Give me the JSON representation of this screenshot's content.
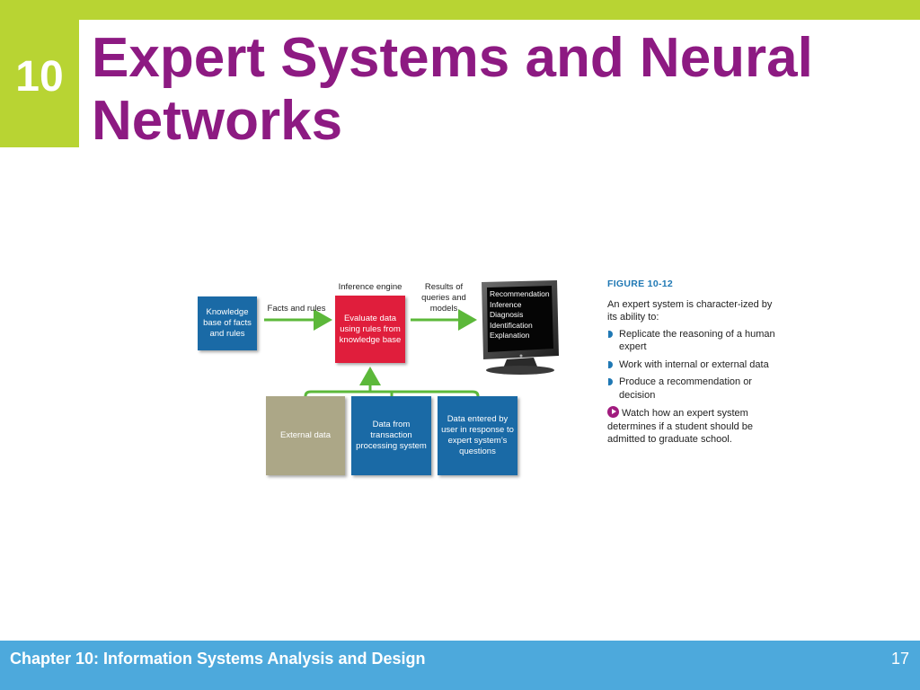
{
  "slide": {
    "chapter_number": "10",
    "title": "Expert Systems and Neural Networks",
    "footer_text": "Chapter 10: Information Systems Analysis and Design",
    "page_number": "17"
  },
  "figure": {
    "knowledge_base": "Knowledge base of facts and rules",
    "facts_rules_label": "Facts and rules",
    "inference_engine_label": "Inference engine",
    "evaluate_box": "Evaluate data using rules from knowledge base",
    "results_label": "Results of queries and models",
    "screen_items": [
      "Recommendation",
      "Inference",
      "Diagnosis",
      "Identification",
      "Explanation"
    ],
    "external_data": "External data",
    "transaction_data": "Data from transaction processing system",
    "user_data": "Data entered by user in response to expert system’s questions"
  },
  "caption": {
    "figure_number": "FIGURE 10-12",
    "intro": "An expert system is character-ized by its ability to:",
    "bullets": [
      "Replicate the reasoning of a human expert",
      "Work with internal or external data",
      "Produce a recommendation or decision"
    ],
    "watch_text": "Watch how an expert system determines if a student should be admitted to graduate school."
  },
  "colors": {
    "accent_green": "#b8d433",
    "title_purple": "#8d1a82",
    "footer_blue": "#4da9dc",
    "box_blue": "#1a6aa6",
    "box_red": "#e01e3c",
    "box_tan": "#aca787",
    "arrow_green": "#5cb83a"
  }
}
